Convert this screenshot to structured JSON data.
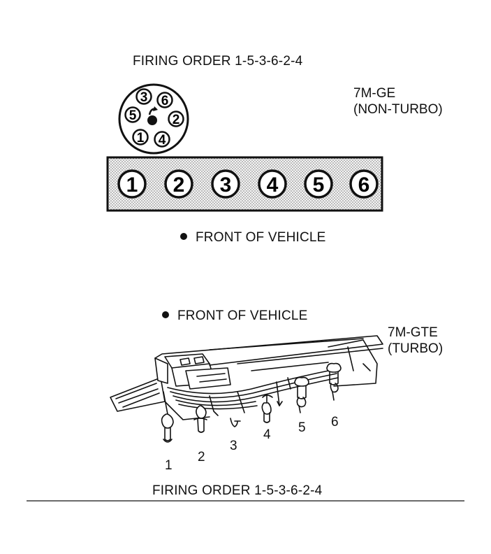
{
  "top": {
    "firing_order": "FIRING ORDER 1-5-3-6-2-4",
    "engine_line1": "7M-GE",
    "engine_line2": "(NON-TURBO)",
    "cap_terminals": [
      "3",
      "6",
      "5",
      "2",
      "1",
      "4"
    ],
    "cylinders": [
      "1",
      "2",
      "3",
      "4",
      "5",
      "6"
    ],
    "front_label": "FRONT OF VEHICLE"
  },
  "bottom": {
    "front_label": "FRONT OF VEHICLE",
    "engine_line1": "7M-GTE",
    "engine_line2": "(TURBO)",
    "cylinder_numbers": [
      "1",
      "2",
      "3",
      "4",
      "5",
      "6"
    ],
    "firing_order": "FIRING ORDER 1-5-3-6-2-4"
  }
}
